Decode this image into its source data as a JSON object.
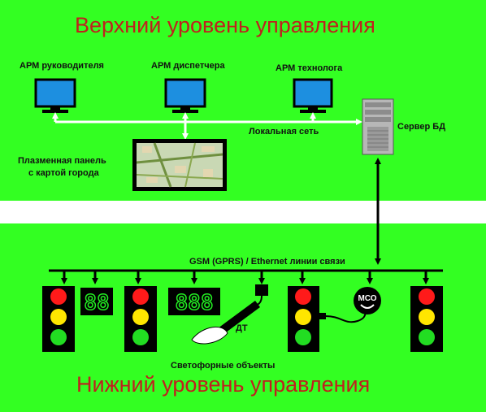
{
  "titles": {
    "top": "Верхний уровень управления",
    "bottom": "Нижний уровень управления"
  },
  "workstations": [
    {
      "label": "АРМ руководителя"
    },
    {
      "label": "АРМ диспетчера"
    },
    {
      "label": "АРМ технолога"
    }
  ],
  "network": {
    "local_label": "Локальная сеть",
    "server_label": "Сервер БД",
    "panel_label_line1": "Плазменная  панель",
    "panel_label_line2": "с картой города",
    "bus_label": "GSM (GPRS) / Ethernet линии связи"
  },
  "field": {
    "sensor_label": "ДТ",
    "mso_label": "МСО",
    "objects_label": "Светофорные объекты",
    "display_small": "88",
    "display_large": "888"
  },
  "colors": {
    "background": "#33ff22",
    "title": "#c0201e",
    "monitor": "#1d8fe0",
    "signal_red": "#ff1a1a",
    "signal_yellow": "#ffe600",
    "signal_green": "#22dd22"
  }
}
